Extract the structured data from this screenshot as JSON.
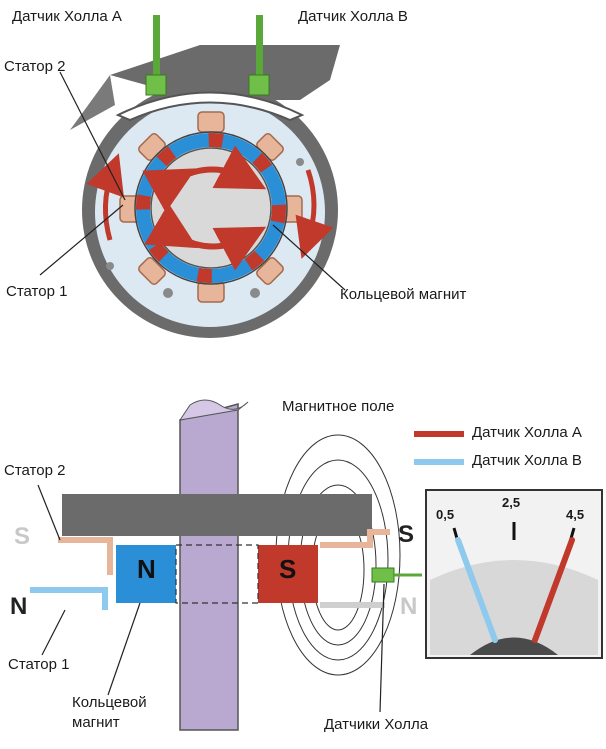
{
  "top": {
    "hall_a": "Датчик Холла А",
    "hall_b": "Датчик Холла В",
    "stator2": "Статор 2",
    "stator1": "Статор 1",
    "ring_magnet": "Кольцевой магнит"
  },
  "bottom": {
    "magnetic_field": "Магнитное поле",
    "legend_a": "Датчик Холла А",
    "legend_b": "Датчик Холла В",
    "stator2": "Статор 2",
    "stator1": "Статор 1",
    "ring_magnet_line1": "Кольцевой",
    "ring_magnet_line2": "магнит",
    "hall_sensors": "Датчики Холла",
    "pole_n": "N",
    "pole_s": "S"
  },
  "gauge": {
    "tick_low": "0,5",
    "tick_mid": "2,5",
    "tick_high": "4,5",
    "needle_a_value": 4.5,
    "needle_b_value": 0.5
  },
  "colors": {
    "red": "#c0392b",
    "light_blue": "#8ec9ee",
    "blue": "#2a8fd6",
    "green": "#5aa83a",
    "copper": "#e6b59a",
    "gray": "#9a9a9a"
  }
}
